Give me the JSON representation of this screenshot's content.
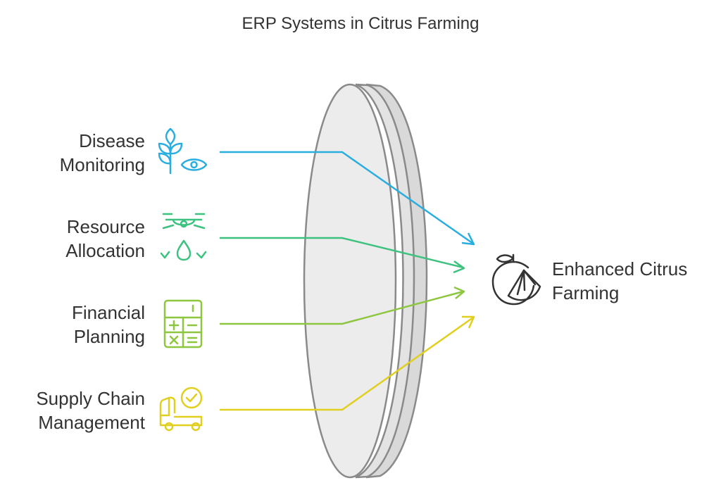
{
  "title": "ERP Systems in Citrus Farming",
  "inputs": [
    {
      "line1": "Disease",
      "line2": "Monitoring",
      "icon": "plant-eye-icon",
      "color": "#2aaee0"
    },
    {
      "line1": "Resource",
      "line2": "Allocation",
      "icon": "drone-water-drop-icon",
      "color": "#3cc27e"
    },
    {
      "line1": "Financial",
      "line2": "Planning",
      "icon": "calculator-icon",
      "color": "#8dc63f"
    },
    {
      "line1": "Supply Chain",
      "line2": "Management",
      "icon": "delivery-truck-check-icon",
      "color": "#e0cf1e"
    }
  ],
  "output": {
    "line1": "Enhanced Citrus",
    "line2": "Farming",
    "icon": "citrus-fruit-icon",
    "color": "#333333"
  },
  "lens_icon": "lens-shape"
}
